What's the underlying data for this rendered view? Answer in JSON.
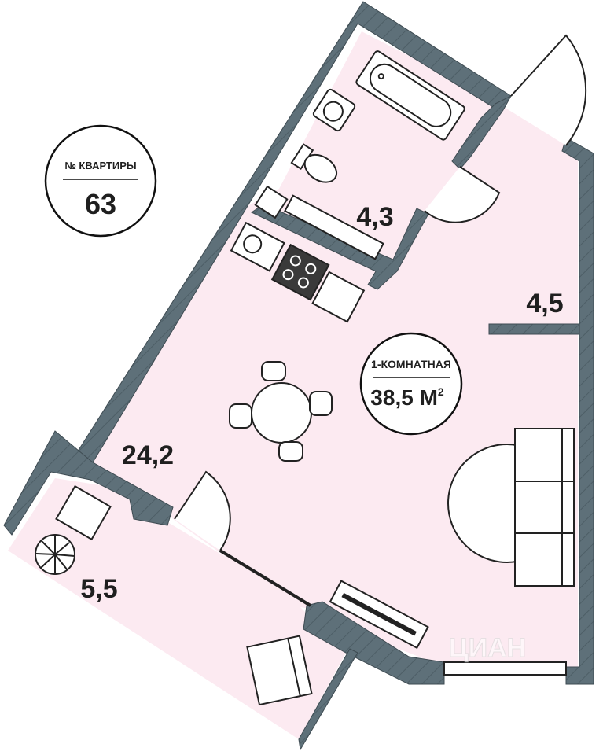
{
  "apartment_badge": {
    "label": "№ КВАРТИРЫ",
    "number": "63"
  },
  "summary_badge": {
    "type": "1-КОМНАТНАЯ",
    "area": "38,5 М",
    "area_sup": "2"
  },
  "room_areas": {
    "bathroom": "4,3",
    "hallway": "4,5",
    "living_room": "24,2",
    "balcony": "5,5"
  },
  "colors": {
    "wall": "#5e7079",
    "floor": "#fceaf1",
    "line": "#222222",
    "badge_border": "#111111"
  },
  "watermark": "ЦИАН"
}
